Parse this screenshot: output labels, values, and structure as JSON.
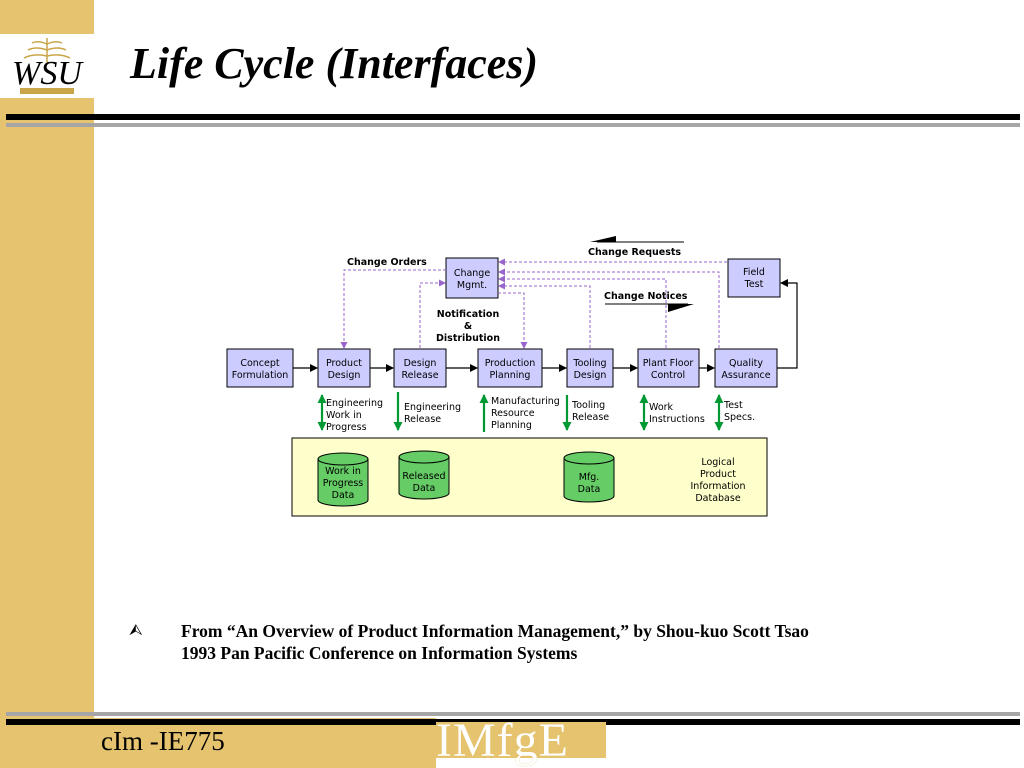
{
  "slide": {
    "title": "Life Cycle (Interfaces)",
    "logo_text": "WSU",
    "bullet_glyph": "⮙",
    "citation_line1": "From “An Overview of Product Information Management,” by Shou-kuo Scott Tsao",
    "citation_line2": "1993 Pan Pacific Conference on Information Systems",
    "footer_course": "cIm -IE775",
    "footer_logo": "IMfgE"
  },
  "diagram": {
    "process_boxes": [
      {
        "id": "concept",
        "lines": [
          "Concept",
          "Formulation"
        ]
      },
      {
        "id": "product-design",
        "lines": [
          "Product",
          "Design"
        ]
      },
      {
        "id": "design-release",
        "lines": [
          "Design",
          "Release"
        ]
      },
      {
        "id": "production-planning",
        "lines": [
          "Production",
          "Planning"
        ]
      },
      {
        "id": "tooling-design",
        "lines": [
          "Tooling",
          "Design"
        ]
      },
      {
        "id": "plant-floor-control",
        "lines": [
          "Plant Floor",
          "Control"
        ]
      },
      {
        "id": "quality-assurance",
        "lines": [
          "Quality",
          "Assurance"
        ]
      }
    ],
    "change_mgmt": {
      "lines": [
        "Change",
        "Mgmt."
      ]
    },
    "field_test": {
      "lines": [
        "Field",
        "Test"
      ]
    },
    "labels": {
      "change_orders": "Change Orders",
      "change_requests": "Change Requests",
      "change_notices": "Change Notices",
      "notification": [
        "Notification",
        "&",
        "Distribution"
      ]
    },
    "flow_labels": [
      {
        "id": "engineering-wip",
        "lines": [
          "Engineering",
          "Work in",
          "Progress"
        ]
      },
      {
        "id": "engineering-release",
        "lines": [
          "Engineering",
          "Release"
        ]
      },
      {
        "id": "mrp",
        "lines": [
          "Manufacturing",
          "Resource",
          "Planning"
        ]
      },
      {
        "id": "tooling-release",
        "lines": [
          "Tooling",
          "Release"
        ]
      },
      {
        "id": "work-instructions",
        "lines": [
          "Work",
          "Instructions"
        ]
      },
      {
        "id": "test-specs",
        "lines": [
          "Test",
          "Specs."
        ]
      }
    ],
    "databases": [
      {
        "id": "wip-data",
        "lines": [
          "Work in",
          "Progress",
          "Data"
        ]
      },
      {
        "id": "released-data",
        "lines": [
          "Released",
          "Data"
        ]
      },
      {
        "id": "mfg-data",
        "lines": [
          "Mfg.",
          "Data"
        ]
      }
    ],
    "database_label": [
      "Logical",
      "Product",
      "Information",
      "Database"
    ],
    "colors": {
      "box_fill": "#ccccff",
      "database_fill": "#ffffcc",
      "cylinder_fill": "#66cc66",
      "dashed_line": "#9966cc",
      "green_arrow": "#009933"
    }
  }
}
